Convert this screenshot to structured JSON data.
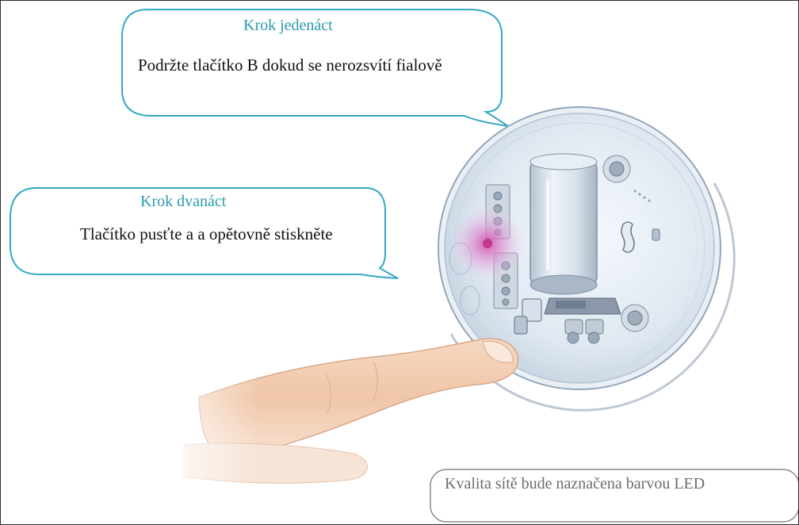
{
  "step11": {
    "title": "Krok jedenáct",
    "text": "Podržte tlačítko B dokud se nerozsvítí fialově"
  },
  "step12": {
    "title": "Krok dvanáct",
    "text": "Tlačítko pusťte a a opětovně stiskněte"
  },
  "note": {
    "text": "Kvalita sítě bude naznačena barvou LED"
  },
  "colors": {
    "bubble_border": "#35a9c4",
    "title_text": "#2a9bb0",
    "led_glow": "#d04fa8",
    "note_border": "#8a8a8a"
  },
  "icons": [
    "speech-bubble",
    "device-housing",
    "finger-hand",
    "purple-led"
  ]
}
